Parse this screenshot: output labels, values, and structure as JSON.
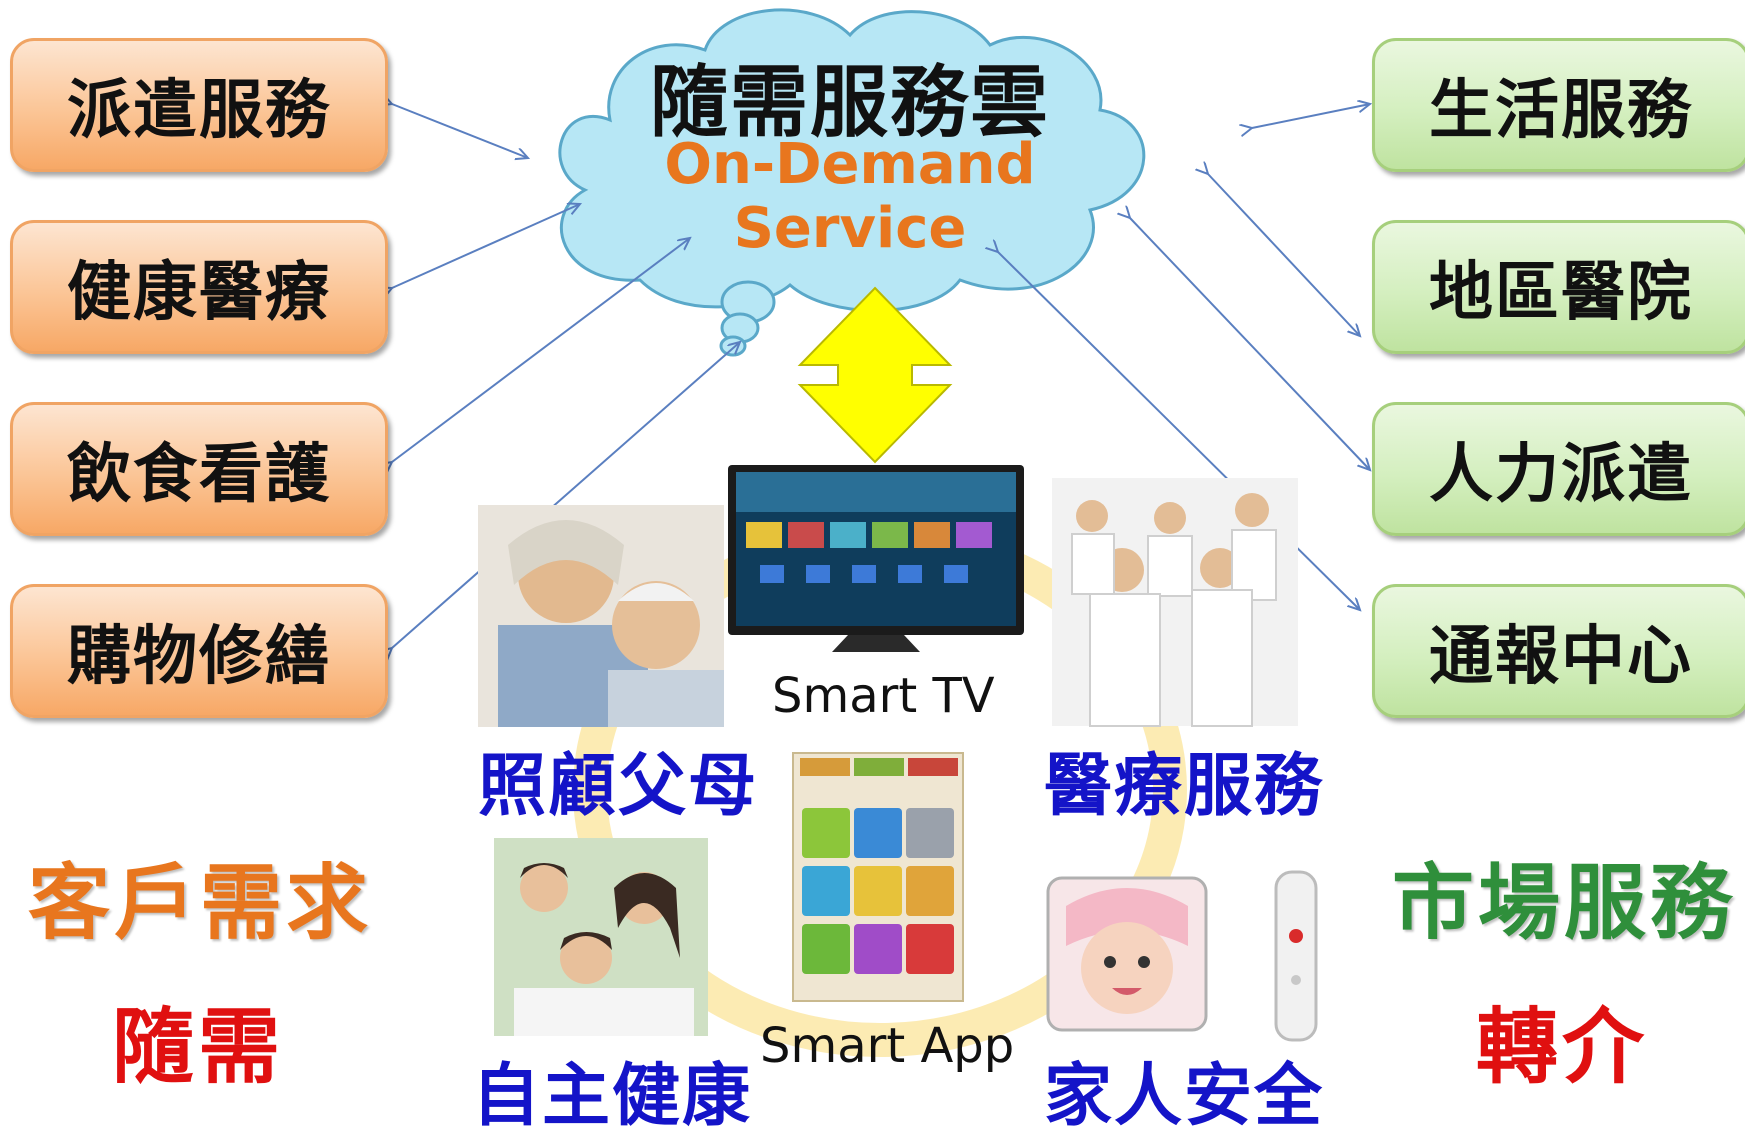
{
  "cloud": {
    "title": "隨需服務雲",
    "subtitle_line1": "On-Demand",
    "subtitle_line2": "Service"
  },
  "left_boxes": [
    {
      "label": "派遣服務"
    },
    {
      "label": "健康醫療"
    },
    {
      "label": "飲食看護"
    },
    {
      "label": "購物修繕"
    }
  ],
  "right_boxes": [
    {
      "label": "生活服務"
    },
    {
      "label": "地區醫院"
    },
    {
      "label": "人力派遣"
    },
    {
      "label": "通報中心"
    }
  ],
  "center": {
    "tv_caption": "Smart TV",
    "app_caption": "Smart App"
  },
  "photo_labels": {
    "parents": "照顧父母",
    "medical": "醫療服務",
    "health": "自主健康",
    "family_safety": "家人安全"
  },
  "side_labels": {
    "customer_need": "客戶需求",
    "on_demand": "隨需",
    "market_service": "市場服務",
    "referral": "轉介"
  },
  "colors": {
    "accent_orange": "#e8761e",
    "accent_green": "#2f8f3b",
    "accent_red": "#e01010",
    "label_blue": "#1414c8",
    "arrow_yellow": "#ffff00",
    "cloud_fill": "#b7e7f5"
  }
}
